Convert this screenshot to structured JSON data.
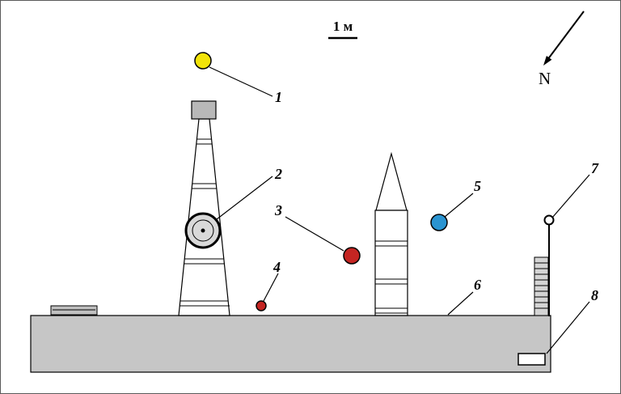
{
  "scale_bar": {
    "label": "1 м"
  },
  "compass": {
    "label": "N"
  },
  "callouts": {
    "c1": "1",
    "c2": "2",
    "c3": "3",
    "c4": "4",
    "c5": "5",
    "c6": "6",
    "c7": "7",
    "c8": "8"
  },
  "colors": {
    "marker_yellow": "#f2e30a",
    "marker_red": "#c42522",
    "marker_red_small": "#c42522",
    "marker_blue": "#2a94d1",
    "platform": "#c6c6c6",
    "deck_object": "#c0c0c0",
    "reel_fill": "#d9d9d9",
    "cap_fill": "#b8b8b8",
    "ladder_fill": "#d4d4d4",
    "tower_fill": "#ffffff",
    "item8_fill": "#ffffff",
    "outline": "#000000"
  }
}
